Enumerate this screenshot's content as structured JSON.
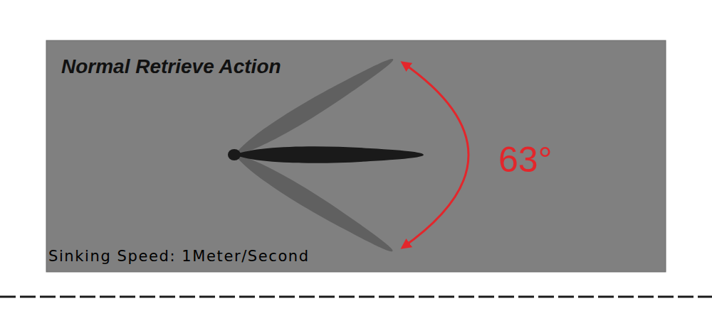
{
  "diagram": {
    "title": "Normal Retrieve Action",
    "labels": [
      "63°",
      "Sinking Speed: 1Meter/Second"
    ]
  }
}
